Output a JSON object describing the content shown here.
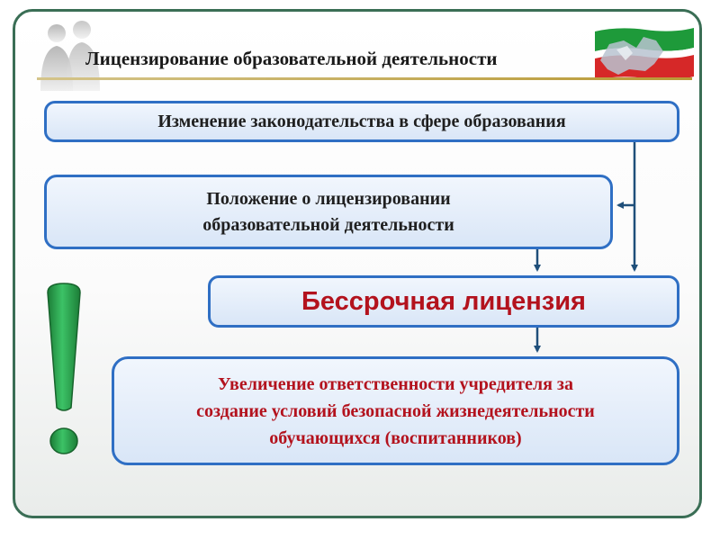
{
  "title": "Лицензирование образовательной деятельности",
  "boxes": {
    "legislation": "Изменение законодательства в сфере образования",
    "regulation_line1": "Положение о лицензировании",
    "regulation_line2": "образовательной деятельности",
    "license": "Бессрочная лицензия",
    "responsibility_line1": "Увеличение ответственности учредителя за",
    "responsibility_line2": "создание условий безопасной жизнедеятельности",
    "responsibility_line3": "обучающихся (воспитанников)"
  },
  "icons": {
    "people": "people-silhouette-icon",
    "flag": "tatarstan-flag-map-icon",
    "exclamation": "exclamation-mark-icon"
  },
  "colors": {
    "frame": "#3a6e55",
    "box_border": "#2f6fc4",
    "box_fill": "#d9e6f7",
    "arrow": "#1f4f7a",
    "accent_text": "#b3121d",
    "exclamation": "#27a04a",
    "flag_green": "#1e9a3a",
    "flag_red": "#d62828"
  }
}
